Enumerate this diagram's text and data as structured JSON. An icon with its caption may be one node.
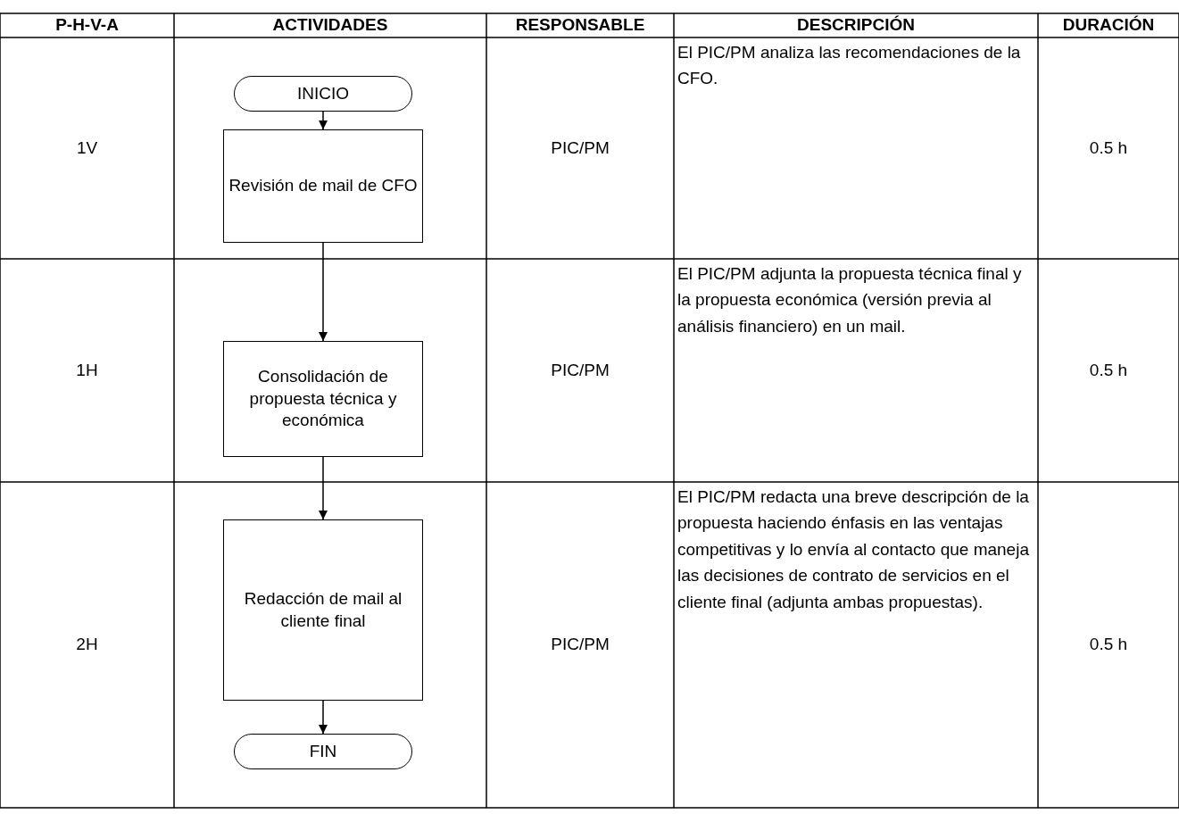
{
  "diagram": {
    "nodes": [
      {
        "text": [
          "INICIO"
        ]
      },
      {
        "text": [
          "Revisión de mail de CFO"
        ]
      },
      {
        "text": [
          "Consolidación de propuesta técnica y económica"
        ]
      },
      {
        "text": [
          "Redacción de mail al cliente final"
        ]
      },
      {
        "text": [
          "FIN"
        ]
      }
    ],
    "edges": [
      {
        "from": 0,
        "to": 1,
        "arrow": "to"
      },
      {
        "from": 1,
        "to": 2,
        "arrow": "to"
      },
      {
        "from": 2,
        "to": 3,
        "arrow": "to"
      },
      {
        "from": 3,
        "to": 4,
        "arrow": "to"
      }
    ],
    "labels": [
      "P-H-V-A",
      "ACTIVIDADES",
      "RESPONSABLE",
      "DESCRIPCIÓN",
      "DURACIÓN",
      "1V",
      "PIC/PM",
      "El PIC/PM analiza las recomendaciones de la CFO.",
      "0.5 h",
      "1H",
      "PIC/PM",
      "El PIC/PM adjunta la propuesta técnica final y la propuesta económica (versión previa al análisis financiero) en un mail.",
      "0.5 h",
      "2H",
      "PIC/PM",
      "El PIC/PM redacta una breve descripción de la propuesta haciendo énfasis en las ventajas competitivas y lo envía al contacto que maneja las decisiones de contrato de servicios en el cliente final (adjunta ambas propuestas).",
      "0.5 h"
    ]
  }
}
